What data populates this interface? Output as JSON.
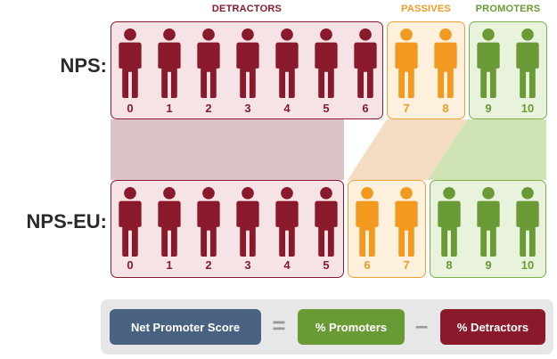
{
  "categories": {
    "detractors": "DETRACTORS",
    "passives": "PASSIVES",
    "promoters": "PROMOTERS"
  },
  "colors": {
    "detractor": "#8a1a2b",
    "passive": "#f29a1f",
    "promoter": "#6a9a35",
    "net_promoter_box": "#4a6282",
    "detractor_box": "#8a1a2b",
    "promoter_box": "#6a9a35"
  },
  "rows": [
    {
      "label": "NPS:",
      "detractors": [
        "0",
        "1",
        "2",
        "3",
        "4",
        "5",
        "6"
      ],
      "passives": [
        "7",
        "8"
      ],
      "promoters": [
        "9",
        "10"
      ]
    },
    {
      "label": "NPS-EU:",
      "detractors": [
        "0",
        "1",
        "2",
        "3",
        "4",
        "5"
      ],
      "passives": [
        "6",
        "7"
      ],
      "promoters": [
        "8",
        "9",
        "10"
      ]
    }
  ],
  "formula": {
    "score": "Net Promoter Score",
    "equals": "=",
    "promoters": "% Promoters",
    "minus": "–",
    "detractors": "% Detractors"
  },
  "icons": [
    "person-icon"
  ]
}
